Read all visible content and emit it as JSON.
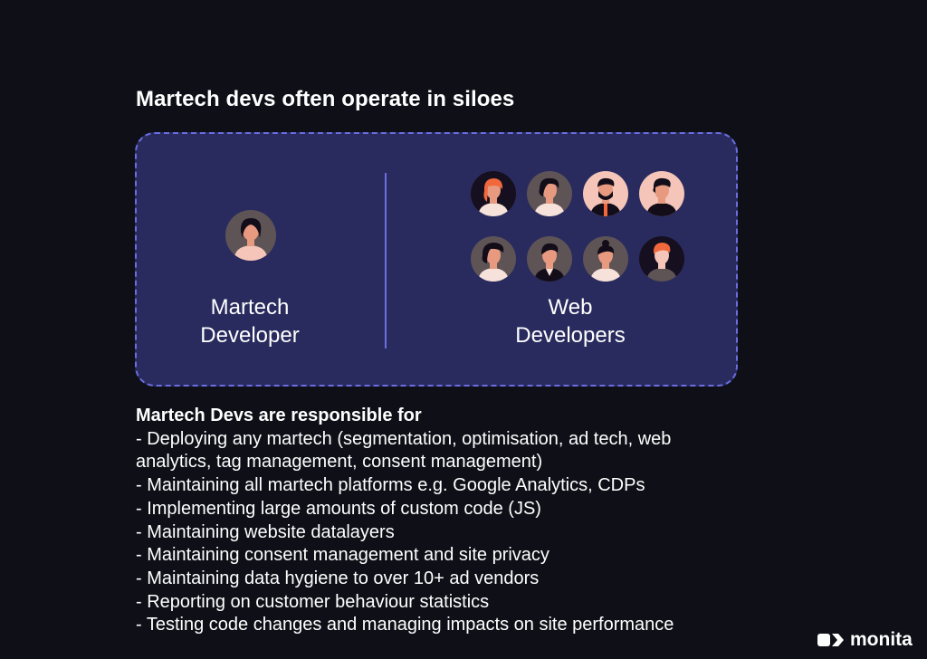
{
  "heading": "Martech devs often operate in siloes",
  "left_group": {
    "label_line1": "Martech",
    "label_line2": "Developer"
  },
  "right_group": {
    "label_line1": "Web",
    "label_line2": "Developers"
  },
  "responsibilities": {
    "title": "Martech Devs are responsible for",
    "lines": [
      "- Deploying any martech (segmentation, optimisation, ad tech, web",
      "analytics, tag management, consent management)",
      "- Maintaining all martech platforms e.g. Google Analytics, CDPs",
      "- Implementing large amounts of custom code (JS)",
      "- Maintaining website datalayers",
      "- Maintaining consent management and site privacy",
      "- Maintaining data hygiene to over 10+ ad vendors",
      "- Reporting on customer behaviour statistics",
      "- Testing code changes and managing impacts on site performance"
    ]
  },
  "brand": {
    "name": "monita"
  },
  "colors": {
    "background": "#0e0f17",
    "panel": "#292b5e",
    "accent": "#6a6ee0"
  },
  "icons": [
    "person-avatar-icon",
    "monita-logo-icon"
  ]
}
